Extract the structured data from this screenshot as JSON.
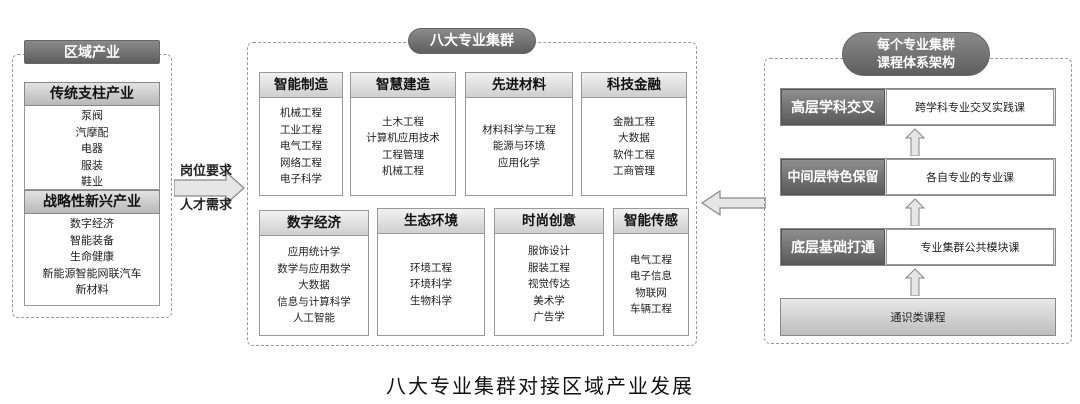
{
  "region": {
    "title": "区域产业",
    "traditional": {
      "heading": "传统支柱产业",
      "items": [
        "泵阀",
        "汽摩配",
        "电器",
        "服装",
        "鞋业"
      ]
    },
    "emerging": {
      "heading": "战略性新兴产业",
      "items": [
        "数字经济",
        "智能装备",
        "生命健康",
        "新能源智能网联汽车",
        "新材料"
      ]
    }
  },
  "arrow_left": {
    "line1": "岗位要求",
    "line2": "人才需求"
  },
  "clusters": {
    "title": "八大专业集群",
    "items": [
      {
        "name": "智能制造",
        "majors": [
          "机械工程",
          "工业工程",
          "电气工程",
          "网络工程",
          "电子科学"
        ]
      },
      {
        "name": "智慧建造",
        "majors": [
          "土木工程",
          "计算机应用技术",
          "工程管理",
          "机械工程"
        ]
      },
      {
        "name": "先进材料",
        "majors": [
          "材料科学与工程",
          "能源与环境",
          "应用化学"
        ]
      },
      {
        "name": "科技金融",
        "majors": [
          "金融工程",
          "大数据",
          "软件工程",
          "工商管理"
        ]
      },
      {
        "name": "数字经济",
        "majors": [
          "应用统计学",
          "数学与应用数学",
          "大数据",
          "信息与计算科学",
          "人工智能"
        ]
      },
      {
        "name": "生态环境",
        "majors": [
          "环境工程",
          "环境科学",
          "生物科学"
        ]
      },
      {
        "name": "时尚创意",
        "majors": [
          "服饰设计",
          "服装工程",
          "视觉传达",
          "美术学",
          "广告学"
        ]
      },
      {
        "name": "智能传感",
        "majors": [
          "电气工程",
          "电子信息",
          "物联网",
          "车辆工程"
        ]
      }
    ]
  },
  "curriculum": {
    "title_line1": "每个专业集群",
    "title_line2": "课程体系架构",
    "tiers": [
      {
        "label": "高层学科交叉",
        "course": "跨学科专业交叉实践课"
      },
      {
        "label": "中间层特色保留",
        "course": "各自专业的专业课"
      },
      {
        "label": "底层基础打通",
        "course": "专业集群公共模块课"
      }
    ],
    "base": "通识类课程"
  },
  "caption": "八大专业集群对接区域产业发展"
}
